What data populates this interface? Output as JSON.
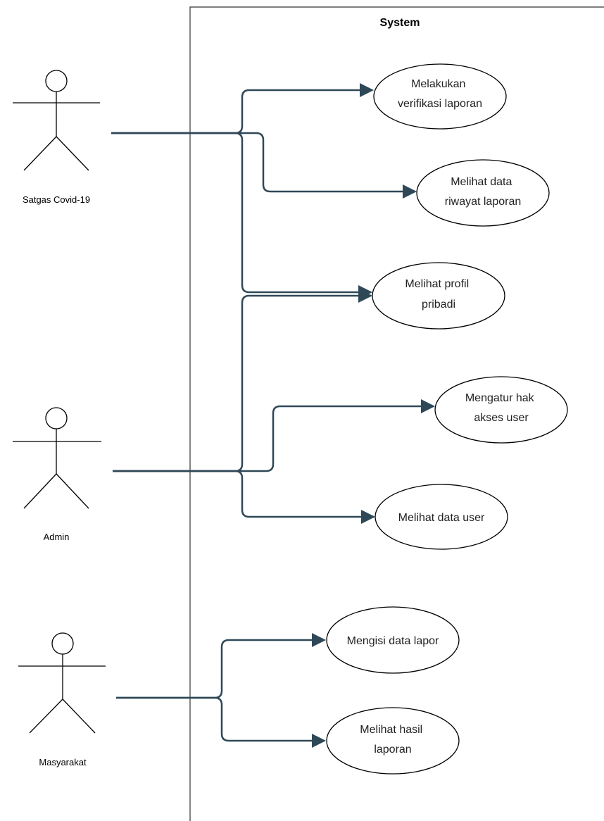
{
  "system": {
    "title": "System"
  },
  "actors": [
    {
      "id": "satgas",
      "label": "Satgas Covid-19"
    },
    {
      "id": "admin",
      "label": "Admin"
    },
    {
      "id": "masyarakat",
      "label": "Masyarakat"
    }
  ],
  "use_cases": [
    {
      "id": "uc1",
      "lines": [
        "Melakukan",
        "verifikasi laporan"
      ]
    },
    {
      "id": "uc2",
      "lines": [
        "Melihat data",
        "riwayat laporan"
      ]
    },
    {
      "id": "uc3",
      "lines": [
        "Melihat profil",
        "pribadi"
      ]
    },
    {
      "id": "uc4",
      "lines": [
        "Mengatur hak",
        "akses user"
      ]
    },
    {
      "id": "uc5",
      "lines": [
        "Melihat data user"
      ]
    },
    {
      "id": "uc6",
      "lines": [
        "Mengisi data lapor"
      ]
    },
    {
      "id": "uc7",
      "lines": [
        "Melihat hasil",
        "laporan"
      ]
    }
  ],
  "associations": [
    {
      "from": "satgas",
      "to": "uc1"
    },
    {
      "from": "satgas",
      "to": "uc2"
    },
    {
      "from": "satgas",
      "to": "uc3"
    },
    {
      "from": "admin",
      "to": "uc3"
    },
    {
      "from": "admin",
      "to": "uc4"
    },
    {
      "from": "admin",
      "to": "uc5"
    },
    {
      "from": "masyarakat",
      "to": "uc6"
    },
    {
      "from": "masyarakat",
      "to": "uc7"
    }
  ],
  "colors": {
    "connector": "#2f4858",
    "outline": "#000000",
    "system_border": "#333333"
  }
}
